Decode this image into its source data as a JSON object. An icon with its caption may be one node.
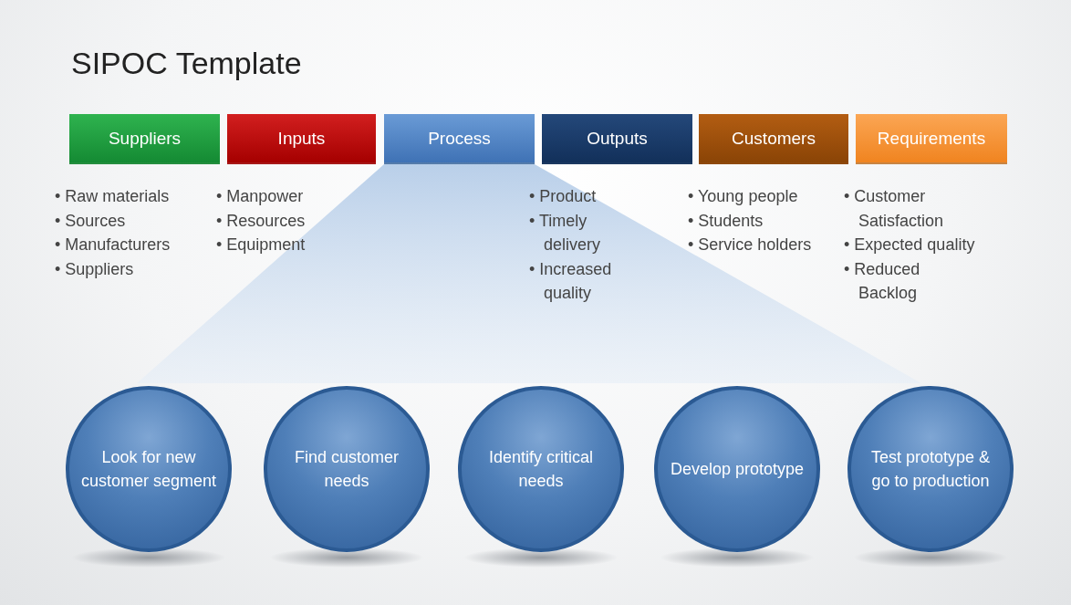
{
  "diagram": {
    "title": "SIPOC Template",
    "nodes": [
      {
        "text": [
          "Suppliers"
        ],
        "beside": [
          "• Raw materials",
          "• Sources",
          "• Manufacturers",
          "• Suppliers"
        ]
      },
      {
        "text": [
          "Inputs"
        ],
        "beside": [
          "• Manpower",
          "• Resources",
          "• Equipment"
        ]
      },
      {
        "text": [
          "Process"
        ]
      },
      {
        "text": [
          "Outputs"
        ],
        "beside": [
          "• Product",
          "• Timely delivery",
          "• Increased quality"
        ]
      },
      {
        "text": [
          "Customers"
        ],
        "beside": [
          "• Young people",
          "• Students",
          "• Service holders"
        ]
      },
      {
        "text": [
          "Requirements"
        ],
        "beside": [
          "• Customer Satisfaction",
          "• Expected quality",
          "• Reduced Backlog"
        ]
      },
      {
        "text": [
          "Look for new customer segment"
        ]
      },
      {
        "text": [
          "Find customer needs"
        ]
      },
      {
        "text": [
          "Identify critical needs"
        ]
      },
      {
        "text": [
          "Develop prototype"
        ]
      },
      {
        "text": [
          "Test prototype & go to production"
        ]
      }
    ],
    "edges": []
  }
}
